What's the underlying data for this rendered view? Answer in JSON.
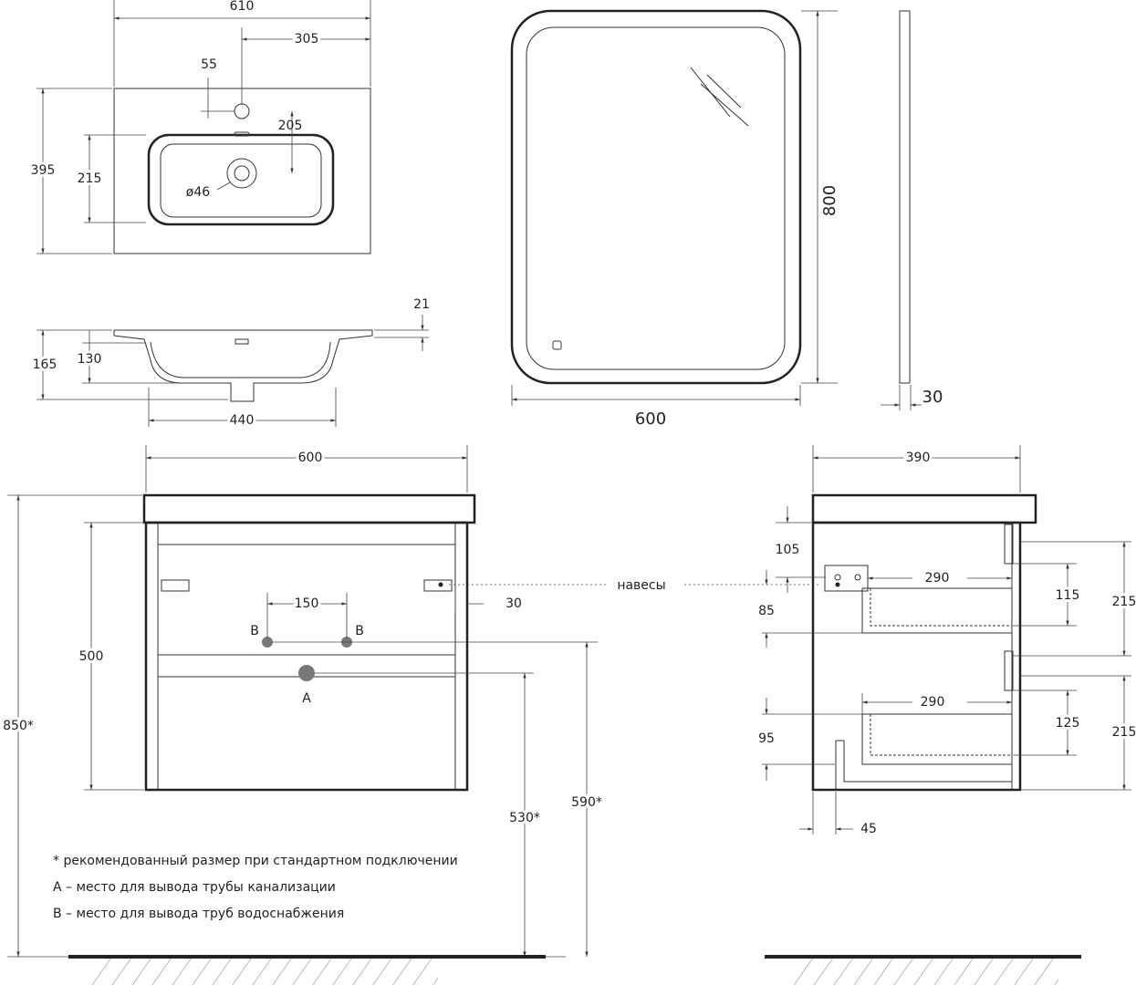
{
  "basin_top": {
    "width": "610",
    "half_width": "305",
    "tap_offset": "55",
    "drain_offset": "205",
    "depth": "395",
    "bowl_depth": "215",
    "drain_diameter": "ø46"
  },
  "basin_side": {
    "rim": "21",
    "height": "165",
    "bowl_height": "130",
    "bowl_width": "440"
  },
  "mirror": {
    "height": "800",
    "width": "600",
    "thickness": "30"
  },
  "front": {
    "width": "600",
    "body_height": "500",
    "pipe_spacing": "150",
    "hanger_offset": "30",
    "label_b1": "B",
    "label_b2": "B",
    "label_a": "A",
    "total_height": "850*",
    "drain_height": "530*",
    "water_height": "590*",
    "hangers_label": "навесы"
  },
  "side": {
    "depth": "390",
    "top_offset": "105",
    "drawer1_depth": "290",
    "hanger_gap": "85",
    "drawer1_inner": "115",
    "drawer1_front": "215",
    "drawer2_depth": "290",
    "drawer2_inner": "125",
    "gap2": "95",
    "drawer2_front": "215",
    "leg": "45"
  },
  "notes": [
    "* рекомендованный размер при стандартном подключении",
    "A – место для вывода трубы канализации",
    "B – место для вывода труб водоснабжения"
  ]
}
